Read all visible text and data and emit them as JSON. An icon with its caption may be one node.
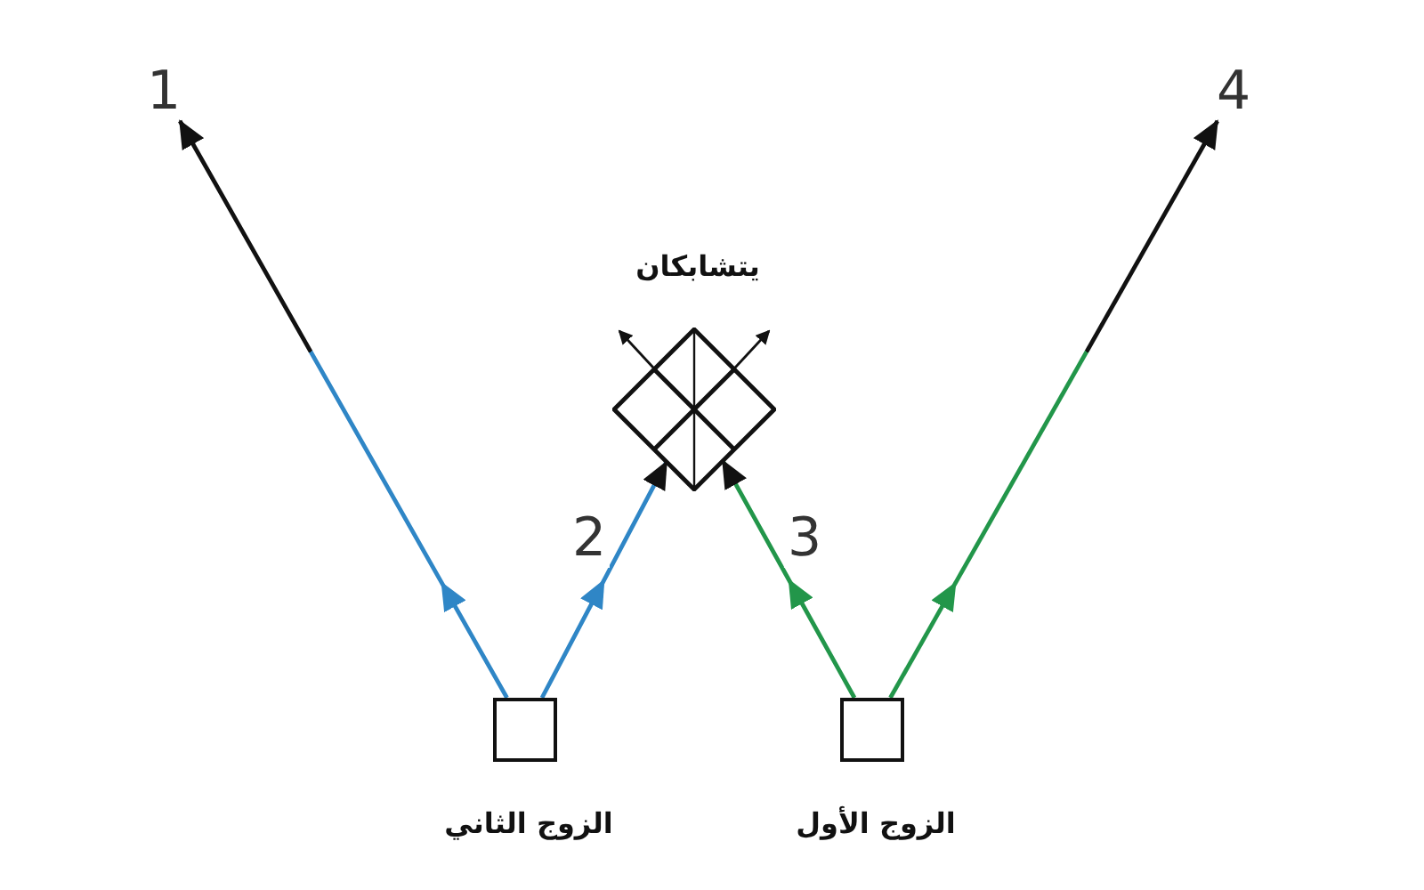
{
  "diagram": {
    "nodes": [
      {
        "text": [
          "1"
        ]
      },
      {
        "text": [
          "4"
        ]
      },
      {
        "text": [],
        "shape": "diamond",
        "beside": [
          "يتشابكان"
        ]
      },
      {
        "text": [],
        "shape": "box",
        "beside": [
          "الزوج الثاني"
        ]
      },
      {
        "text": [],
        "shape": "box",
        "beside": [
          "الزوج الأول"
        ]
      }
    ],
    "edges": [
      {
        "from": 3,
        "to": 0,
        "arrow": "to",
        "color": "#2f86c6"
      },
      {
        "from": 3,
        "to": 2,
        "arrow": "to",
        "label": "2",
        "color": "#2f86c6"
      },
      {
        "from": 4,
        "to": 2,
        "arrow": "to",
        "label": "3",
        "color": "#22964a"
      },
      {
        "from": 4,
        "to": 1,
        "arrow": "to",
        "color": "#22964a"
      }
    ]
  }
}
